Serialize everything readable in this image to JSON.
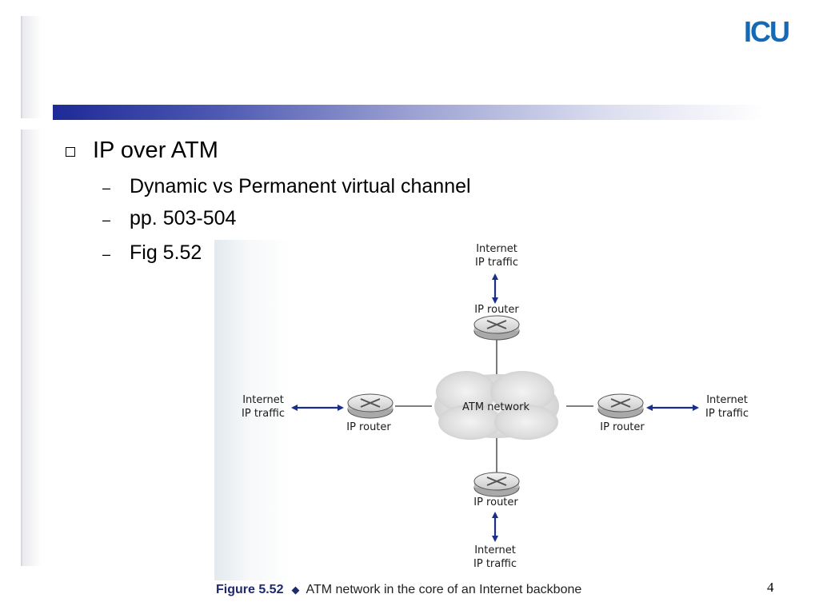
{
  "logo": {
    "text": "ICU",
    "color": "#1669b4"
  },
  "title_bar": {
    "colors": [
      "#1e2a96",
      "#ffffff"
    ]
  },
  "content": {
    "main_bullet": "IP over ATM",
    "sub_bullets": [
      "Dynamic vs Permanent virtual channel",
      "pp. 503-504",
      "Fig 5.52"
    ]
  },
  "figure": {
    "cloud_label": "ATM network",
    "router_label": "IP router",
    "traffic_line1": "Internet",
    "traffic_line2": "IP traffic",
    "arrow_color": "#1a2f8c",
    "caption_figure": "Figure 5.52",
    "caption_text": "ATM network in the core of an Internet backbone"
  },
  "page_number": "4"
}
